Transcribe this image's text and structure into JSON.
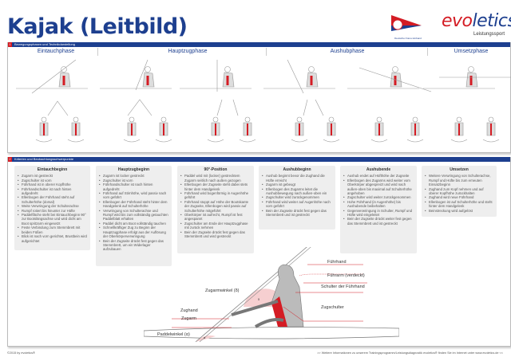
{
  "header": {
    "title": "Kajak (Leitbild)",
    "dkv_text": "Deutscher Kanu-Verband",
    "brand_ev": "evo",
    "brand_rest": "letics",
    "brand_mark": "®",
    "brand_sub": "Leistungssport"
  },
  "section1": {
    "num": "1",
    "label": "Bewegungsphasen und Technikdarstellung",
    "phases": [
      "Eintauchphase",
      "Hauptzugphase",
      "Aushubphase",
      "Umsetzphase"
    ]
  },
  "section2": {
    "num": "2",
    "label": "Kriterien und Beobachtungsschwerpunkte",
    "boxes": [
      {
        "title": "Eintauchbeginn",
        "items": [
          "Zugarm ist gestreckt",
          "Zugschulter ist vorn",
          "Führhand ist in oberer Kopfhöhe",
          "Führhandschulter ist nach hinten aufgedreht",
          "Ellenbogen der Führhand steht auf Schulterhöhe (dorsal)",
          "Weite Verwringung der Schulterachse",
          "Rumpf rotiert bis hinunter zur Hüfte",
          "Paddelfläche steht bei Eintauchbeginn 90° zur Bootslängsachse und wird dicht am Boot spritzarm eingesetzt",
          "Feste Verbindung zum Stemmbrett mit beiden Füßen",
          "Blick ist nach vorn gerichtet, Brustbein wird aufgerichtet"
        ]
      },
      {
        "title": "Hauptzugbeginn",
        "items": [
          "Zugarm ist locker gestreckt",
          "Zugschulter ist vorn",
          "Führhandschulter ist nach hinten aufgedreht",
          "Führhand auf Stirnhöhe, wird passiv nach vorn geführt",
          "Ellenbogen der Führhand steht hinter dem Handgelenk auf Schulterhöhe",
          "Verwringung von Schulterachse und Rumpf wird bis zum vollständig getauchten Paddelblatt erhalten",
          "Paddel dicht am Boot vollständig tauchen",
          "Schnellkräftiger Zug zu Beginn der Hauptzugphase erfolgt aus der Auflösung der Oberkörperverwringung",
          "Bein der Zugseite drückt fest gegen das Stemmbrett, um ein Widerlager aufzubauen"
        ]
      },
      {
        "title": "90°-Position",
        "items": [
          "Paddel wird mit (locker) gestrecktem Zugarm seitlich nach außen gezogen",
          "Ellenbogen der Zugseite steht dabei stets hinter dem Handgelenk",
          "Führhand wird bogenförmig in Augenhöhe geführt",
          "Führhand stoppt auf Höhe der Bootskante der Zugseite, Ellenbogen wird passiv auf Schulterhöhe mitgeführt",
          "Oberkörper ist aufrecht, Rumpf ist fest angespannt",
          "Zugschulter am Ende der Hauptzugphase mit zurück nehmen",
          "Bein der Zugseite drückt fest gegen das Stemmbrett und wird gestreckt"
        ]
      },
      {
        "title": "Aushubbeginn",
        "items": [
          "Aushub beginnt bevor die Zughand die Hüfte erreicht",
          "Zugarm ist gebeugt",
          "Ellenbogen des Zugarms leitet die Aushubbewegung nach außen-oben ein",
          "Zugschulter wird zurückgenommen",
          "Führhand wird weiter auf Augenhöhe nach vorn geführt",
          "Bein der Zugseite drückt fest gegen das Stemmbrett und ist gestreckt"
        ]
      },
      {
        "title": "Aushubende",
        "items": [
          "Aushub endet auf Hüfthöhe der Zugseite",
          "Ellenbogen des Zugarms wird weiter vom Oberkörper abgespreizt und wird nach außen-oben bis maximal auf Schulterhöhe angehoben",
          "Zugschulter wird weiter zurückgenommen",
          "Hohe Führhand (in Augenhöhe) bis Aushubende beibehalten",
          "Gegenverwringung in Schulter, Rumpf und Hüfte wird eingeleitet",
          "Bein der Zugseite drückt weiter fest gegen das Stemmbrett und ist gestreckt"
        ]
      },
      {
        "title": "Umsetzen",
        "items": [
          "Weitere Verwringung von Schulterachse, Rumpf und Hüfte bis zum erneuten Einsatzbeginn",
          "Zughand zum Kopf nehmen und auf oberer Kopfhöhe zurückhalten",
          "Zughand wird neue Führhand",
          "Ellenbogen ist auf Schulterhöhe und steht hinter dem Handgelenk",
          "Beinstreckung wird aufgelöst"
        ]
      }
    ]
  },
  "diagram": {
    "labels": {
      "fuehrhand": "Führhand",
      "fuehrarm": "Führarm (verdeckt)",
      "schulter_fuehr": "Schulter der Führhand",
      "zugarmwinkel": "Zugarmwinkel (δ)",
      "zugschulter": "Zugschulter",
      "zughand": "Zughand",
      "zugarm": "Zugarm",
      "paddelwinkel": "Paddelwinkel (α)",
      "alpha": "α",
      "delta": "δ"
    }
  },
  "footer": {
    "copyright": "©2015 by evoletics®",
    "info": ">> Weitere Informationen zu unserem Trainingsprogramm/Leistungsdiagnostik evoletics® finden Sie im Internet unter www.evoletics.de <<"
  },
  "colors": {
    "blue": "#1d3f8f",
    "red": "#d41c24"
  }
}
